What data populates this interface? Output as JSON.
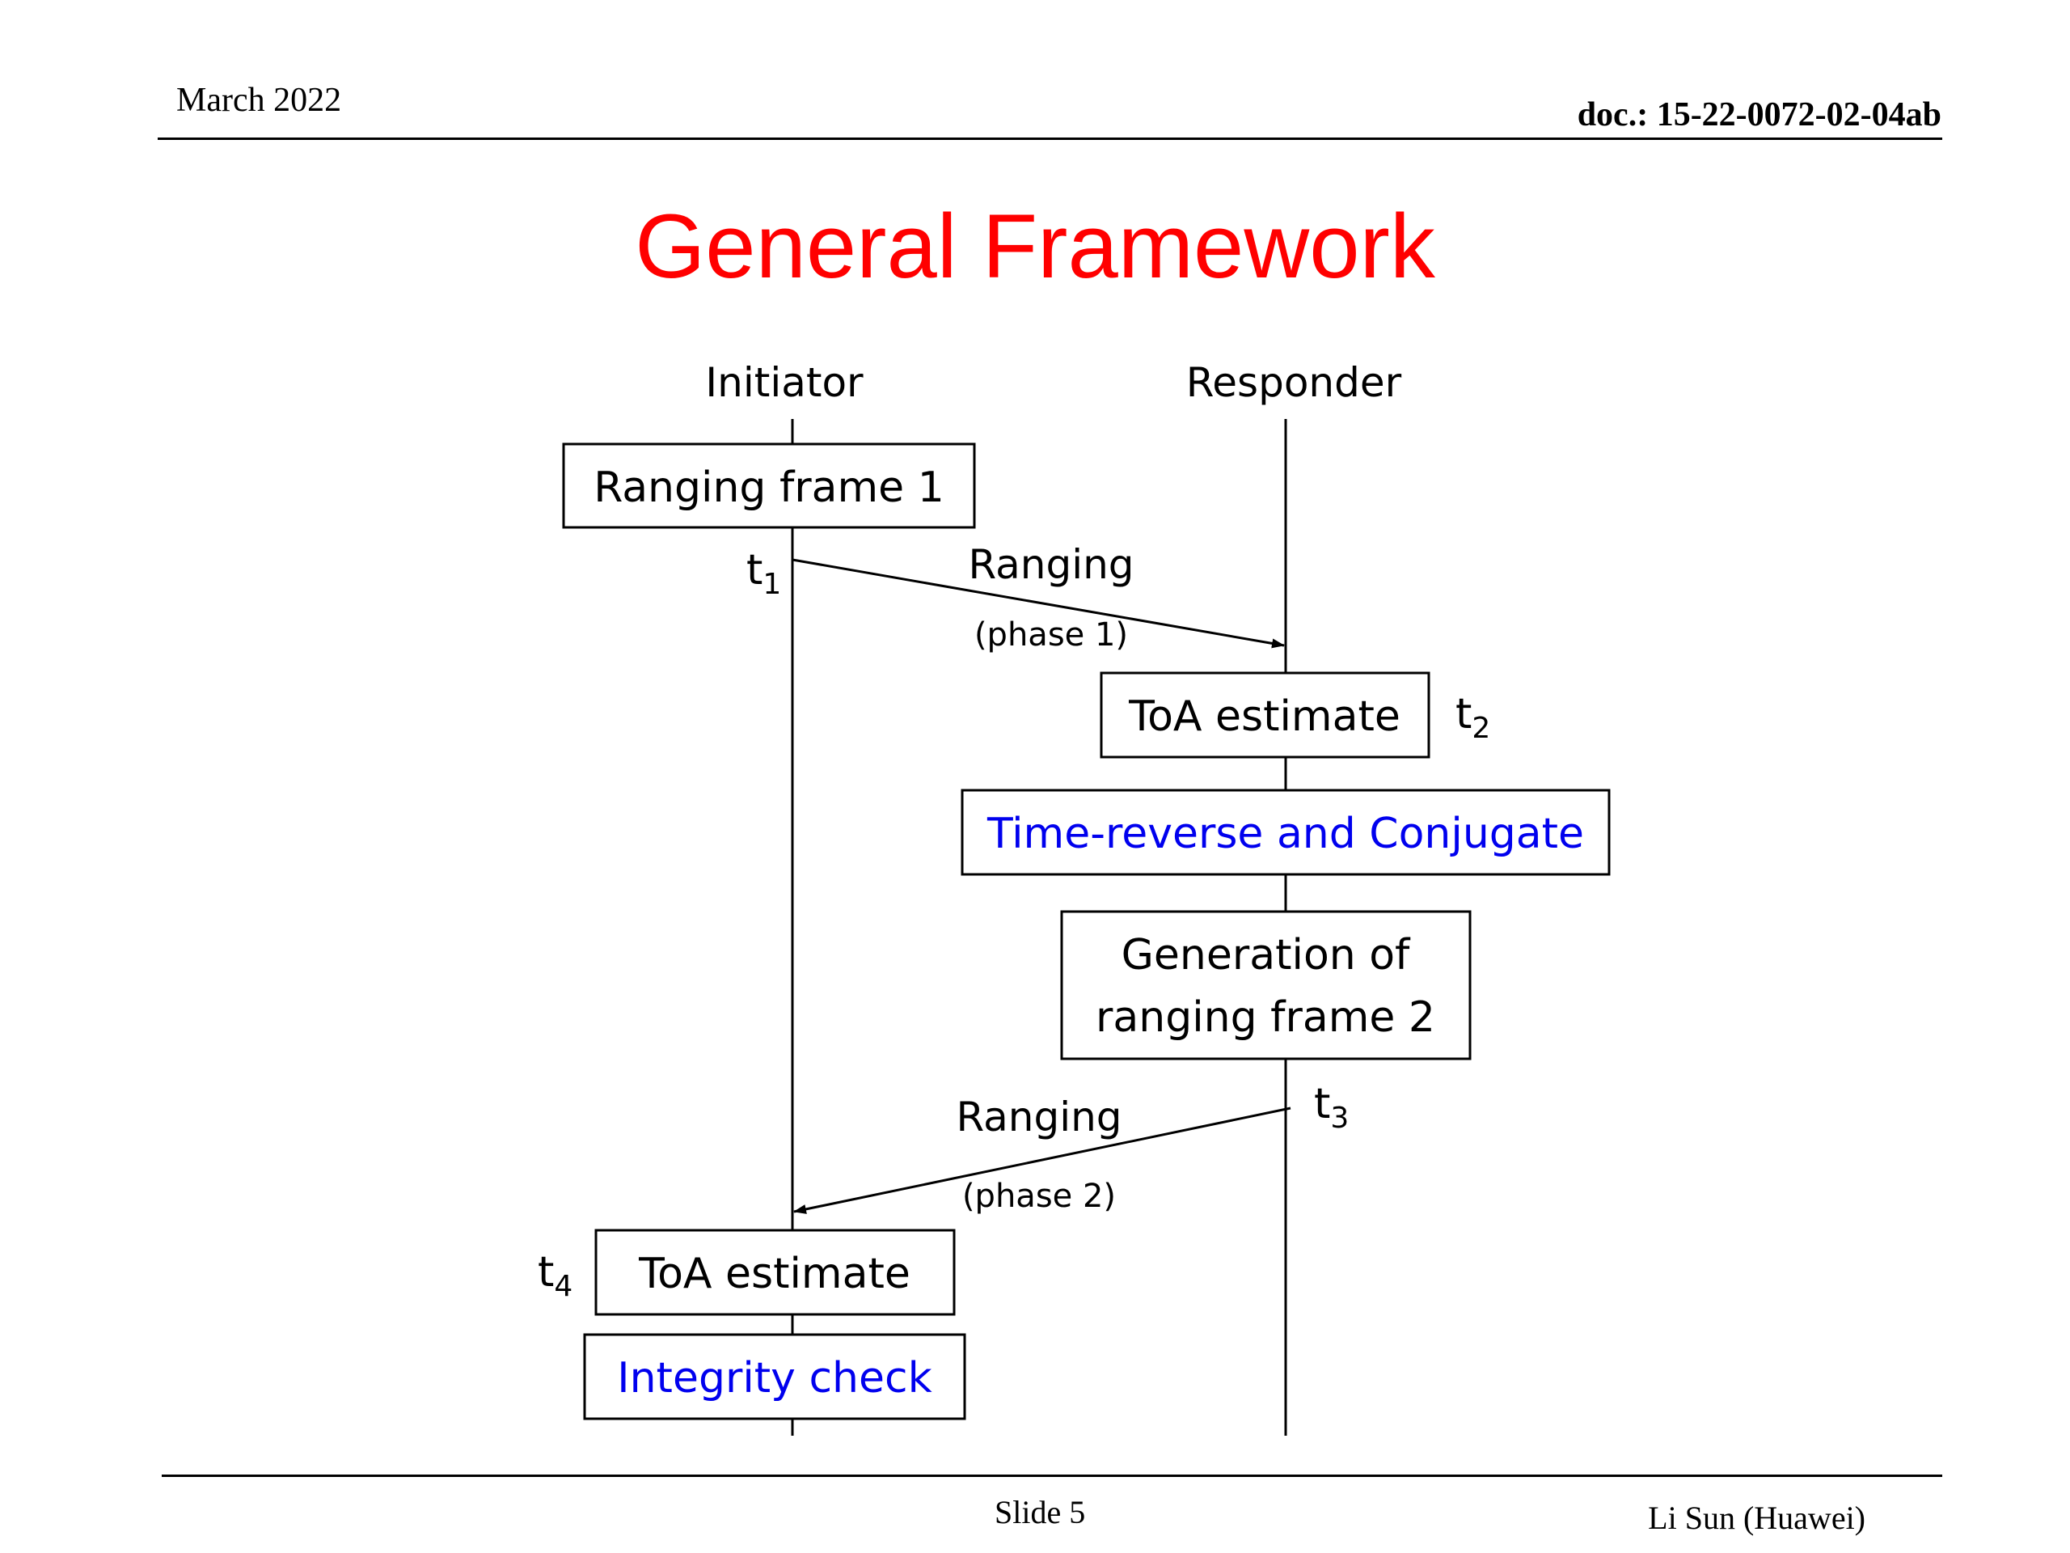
{
  "header": {
    "date": "March 2022",
    "doc_id": "doc.: 15-22-0072-02-04ab"
  },
  "title": "General Framework",
  "diagram": {
    "initiator_label": "Initiator",
    "responder_label": "Responder",
    "boxes": {
      "ranging_frame_1": "Ranging frame 1",
      "toa_estimate_responder": "ToA estimate",
      "time_reverse": "Time-reverse and Conjugate",
      "generation_line1": "Generation of",
      "generation_line2": "ranging frame 2",
      "toa_estimate_initiator": "ToA estimate",
      "integrity_check": "Integrity check"
    },
    "messages": {
      "phase1_label": "Ranging",
      "phase1_sub": "(phase 1)",
      "phase2_label": "Ranging",
      "phase2_sub": "(phase 2)"
    },
    "timestamps": {
      "t1": {
        "base": "t",
        "sub": "1"
      },
      "t2": {
        "base": "t",
        "sub": "2"
      },
      "t3": {
        "base": "t",
        "sub": "3"
      },
      "t4": {
        "base": "t",
        "sub": "4"
      }
    },
    "colors": {
      "highlight_text": "#0000ee",
      "title": "#ff0000"
    }
  },
  "footer": {
    "slide": "Slide 5",
    "author": "Li Sun (Huawei)"
  }
}
